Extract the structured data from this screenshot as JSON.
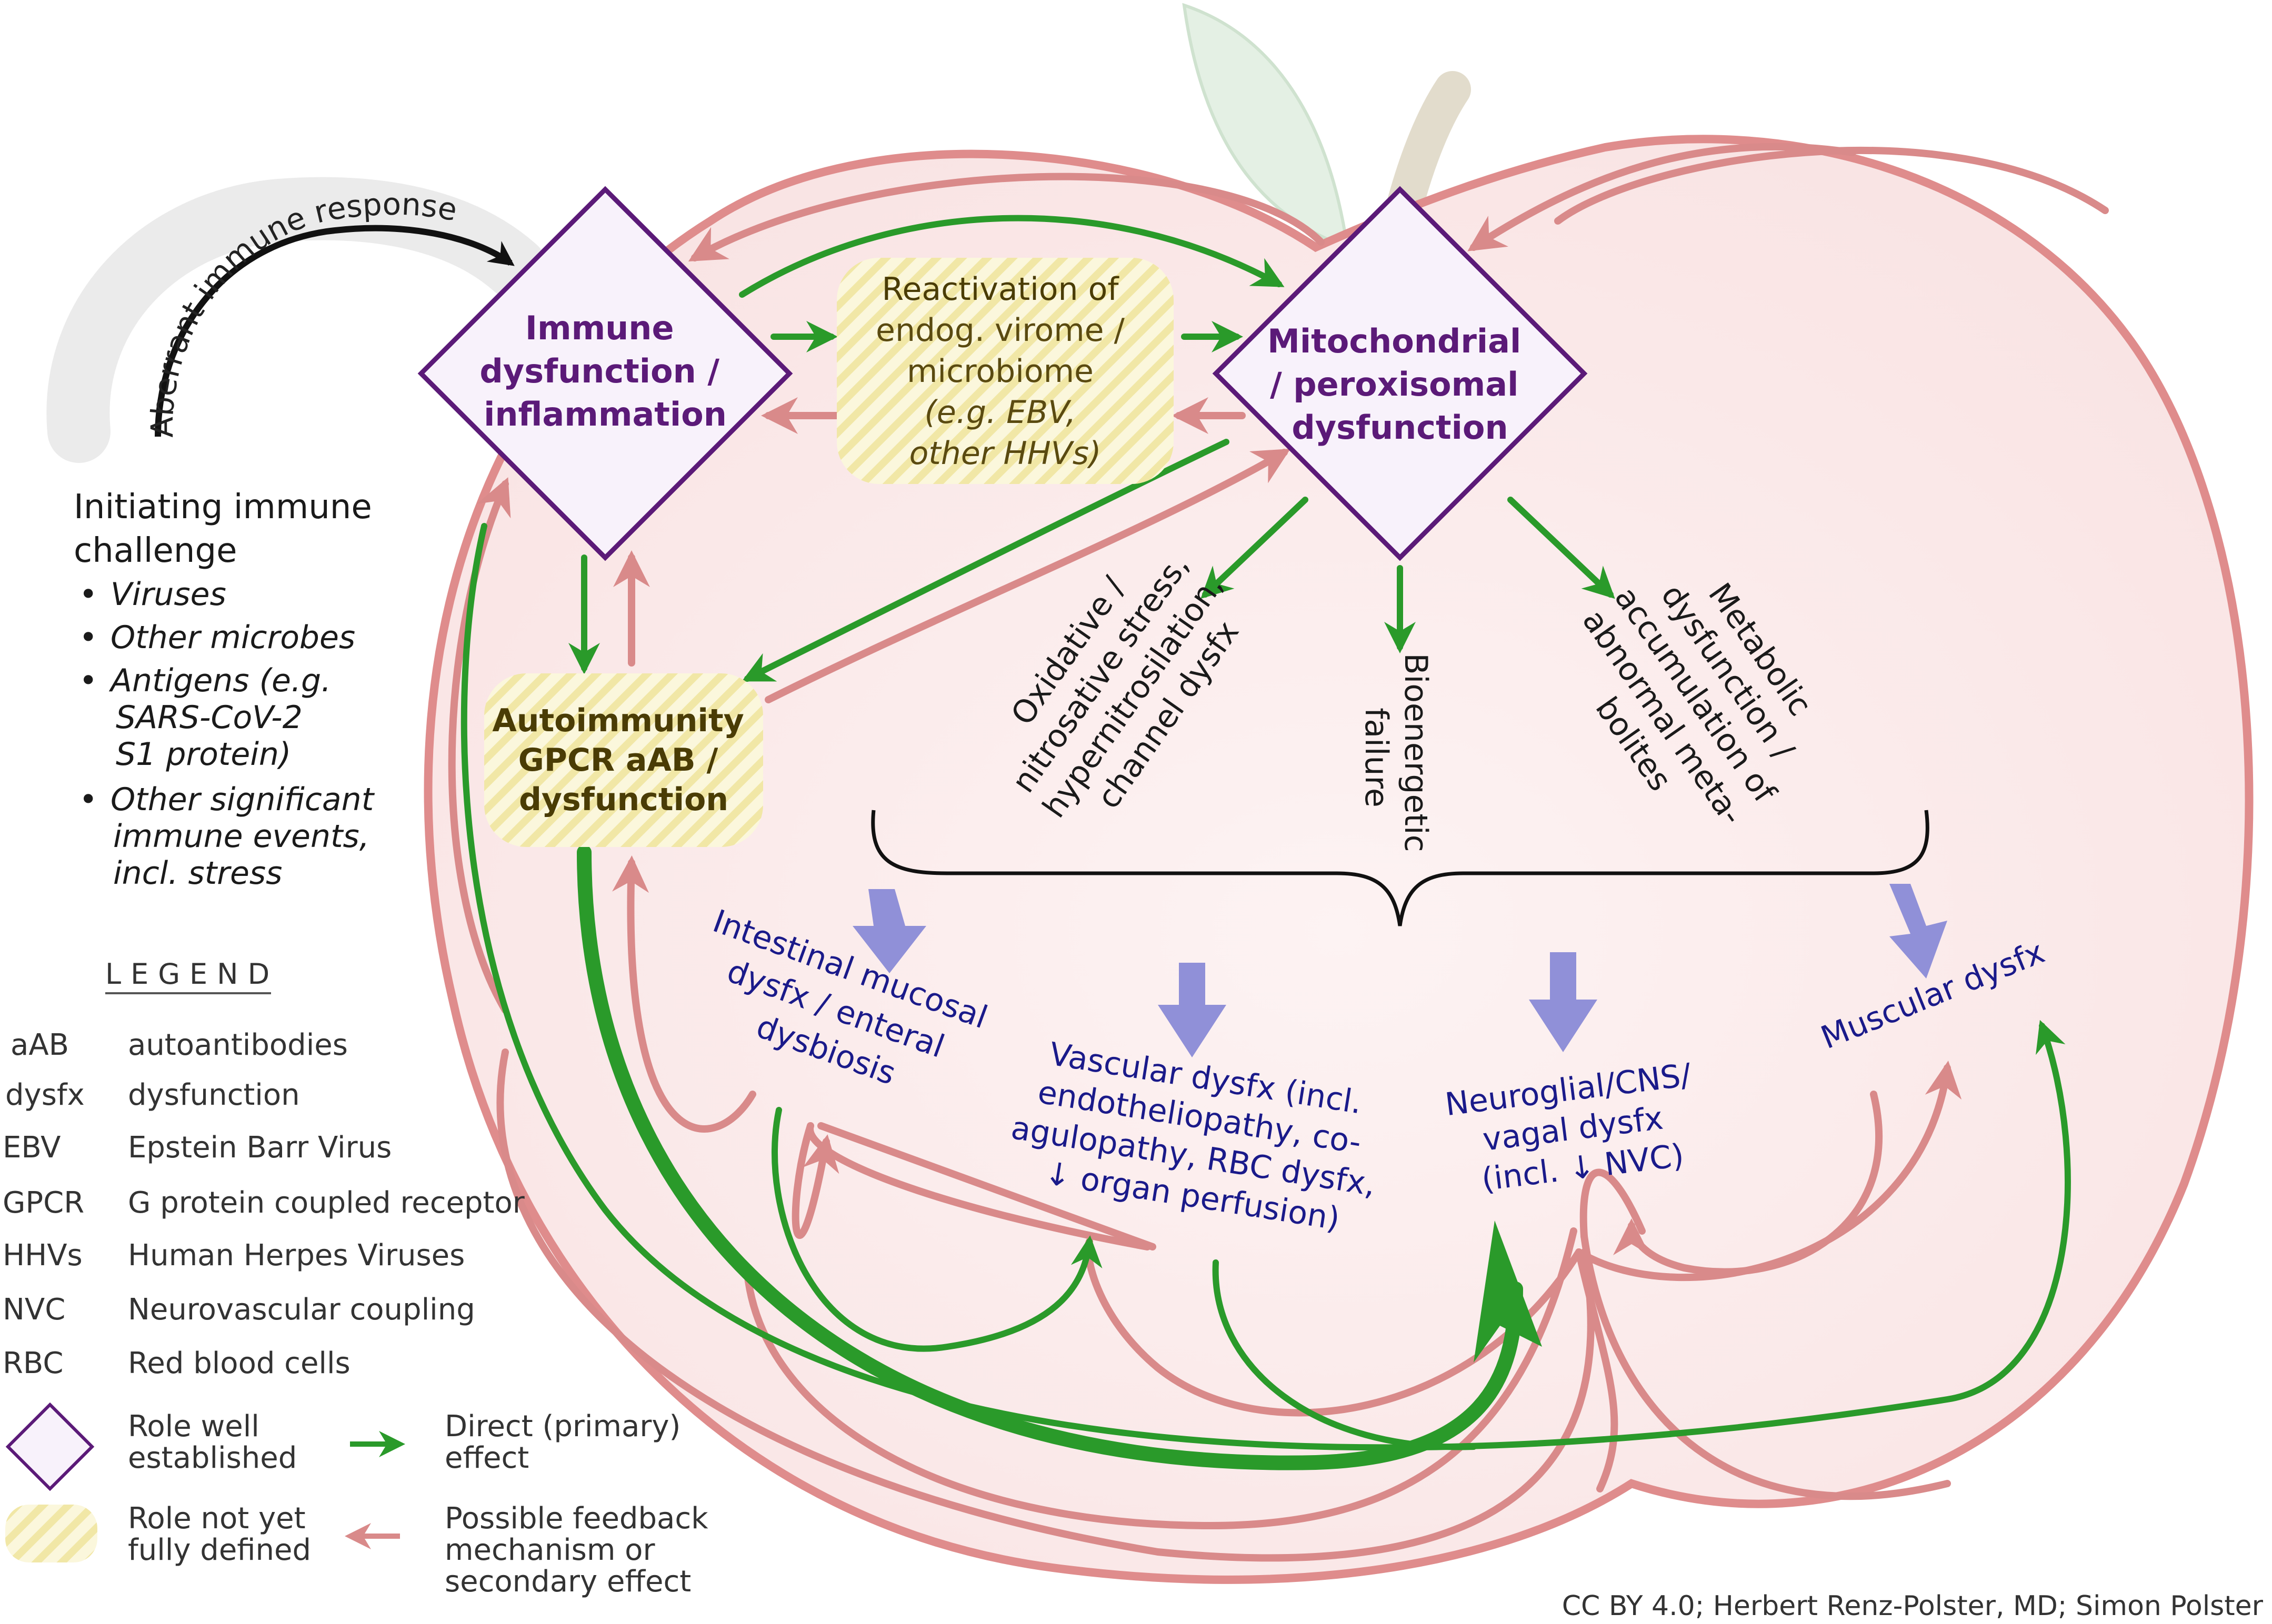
{
  "nodes": {
    "immune": {
      "lines": [
        "Immune",
        "dysfunction /",
        "inflammation"
      ]
    },
    "mito": {
      "lines": [
        "Mitochondrial",
        "/ peroxisomal",
        "dysfunction"
      ]
    },
    "reactivation": {
      "lines": [
        "Reactivation of",
        "endog. virome /",
        "microbiome"
      ],
      "italic": [
        "(e.g. EBV,",
        "other HHVs)"
      ]
    },
    "autoimmunity": {
      "lines": [
        "Autoimmunity",
        "GPCR aAB /",
        "dysfunction"
      ]
    }
  },
  "aberrant_label": "Aberrant immune response",
  "challenge": {
    "title": [
      "Initiating immune",
      "challenge"
    ],
    "bullets": [
      [
        "Viruses"
      ],
      [
        "Other microbes"
      ],
      [
        "Antigens (e.g.",
        "SARS-CoV-2",
        "S1 protein)"
      ],
      [
        "Other significant",
        "immune events,",
        "incl. stress"
      ]
    ]
  },
  "mito_effects": {
    "oxidative": [
      "Oxidative /",
      "nitrosative stress,",
      "hypernitrosilation,",
      "channel dysfx"
    ],
    "bioenergetic": [
      "Bioenergetic",
      "failure"
    ],
    "metabolic": [
      "Metabolic",
      "dysfunction /",
      "accumulation of",
      "abnormal meta-",
      "bolites"
    ]
  },
  "outcomes": {
    "intestinal": [
      "Intestinal mucosal",
      "dysfx / enteral",
      "dysbiosis"
    ],
    "vascular": [
      "Vascular dysfx (incl.",
      "endotheliopathy, co-",
      "agulopathy, RBC dysfx,",
      "↓ organ perfusion)"
    ],
    "neuro": [
      "Neuroglial/CNS/",
      "vagal dysfx",
      "(incl. ↓ NVC)"
    ],
    "muscular": [
      "Muscular dysfx"
    ]
  },
  "legend": {
    "title": "LEGEND",
    "abbreviations": [
      {
        "abbr": "aAB",
        "meaning": "autoantibodies"
      },
      {
        "abbr": "dysfx",
        "meaning": "dysfunction"
      },
      {
        "abbr": "EBV",
        "meaning": "Epstein Barr Virus"
      },
      {
        "abbr": "GPCR",
        "meaning": "G protein coupled receptor"
      },
      {
        "abbr": "HHVs",
        "meaning": "Human Herpes Viruses"
      },
      {
        "abbr": "NVC",
        "meaning": "Neurovascular coupling"
      },
      {
        "abbr": "RBC",
        "meaning": "Red blood cells"
      }
    ],
    "symbols": {
      "diamond": [
        "Role well",
        "established"
      ],
      "hatched": [
        "Role not yet",
        "fully defined"
      ],
      "green": [
        "Direct (primary)",
        "effect"
      ],
      "red": [
        "Possible feedback",
        "mechanism or",
        "secondary effect"
      ]
    }
  },
  "credit": "CC BY 4.0; Herbert Renz-Polster, MD; Simon Polster",
  "colors": {
    "diamond_stroke": "#5b1a78",
    "diamond_fill": "#f8f2fb",
    "green_arrow": "#2a9a2a",
    "red_arrow": "#d98a8a",
    "blue_arrow": "#9090d8",
    "apple_fill": "#fbecec",
    "apple_stroke": "#df8c8c",
    "hatch_yellow": "#f3ecb0",
    "outcome_text": "#1a1a8a"
  },
  "icons": [
    "apple-outline",
    "leaf",
    "stem",
    "curly-brace"
  ]
}
